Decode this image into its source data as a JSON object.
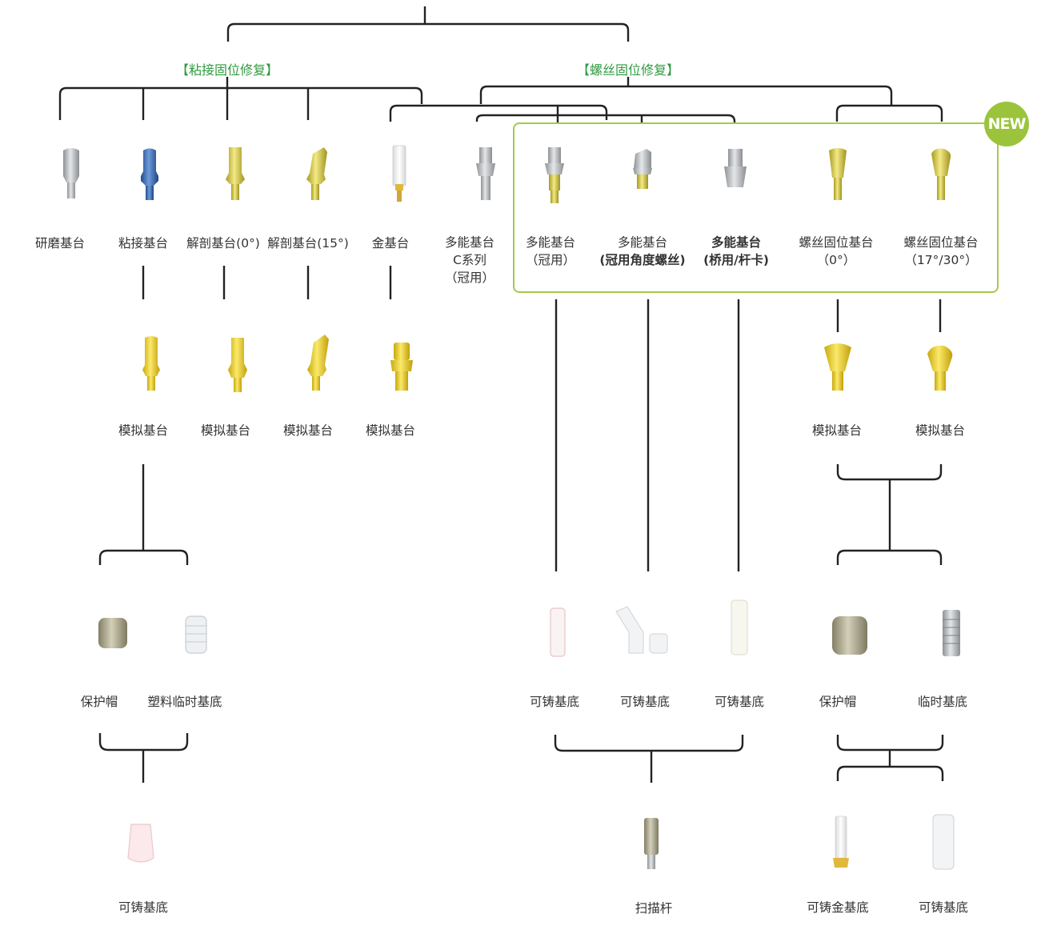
{
  "categories": {
    "cement": "【粘接固位修复】",
    "screw": "【螺丝固位修复】"
  },
  "new_badge": "NEW",
  "abutments": [
    {
      "id": "grind",
      "lines": [
        "研磨基台"
      ]
    },
    {
      "id": "cement",
      "lines": [
        "粘接基台"
      ]
    },
    {
      "id": "anat0",
      "lines": [
        "解剖基台(0°)"
      ]
    },
    {
      "id": "anat15",
      "lines": [
        "解剖基台(15°)"
      ]
    },
    {
      "id": "gold",
      "lines": [
        "金基台"
      ]
    },
    {
      "id": "multiC",
      "lines": [
        "多能基台",
        "C系列",
        "（冠用）"
      ]
    },
    {
      "id": "multiCrown",
      "lines": [
        "多能基台",
        "（冠用）"
      ]
    },
    {
      "id": "multiAngle",
      "lines": [
        "多能基台",
        "(冠用角度螺丝)"
      ]
    },
    {
      "id": "multiBridge",
      "lines": [
        "多能基台",
        "(桥用/杆卡)"
      ]
    },
    {
      "id": "screw0",
      "lines": [
        "螺丝固位基台",
        "（0°）"
      ]
    },
    {
      "id": "screw17",
      "lines": [
        "螺丝固位基台",
        "（17°/30°）"
      ]
    }
  ],
  "analogs": {
    "label": "模拟基台"
  },
  "second_level": {
    "protect_cap": "保护帽",
    "plastic_temp": "塑料临时基底",
    "castable": "可铸基底",
    "temp_base": "临时基底",
    "scan_body": "扫描杆",
    "cast_gold": "可铸金基底"
  },
  "colors": {
    "line": "#222222",
    "category": "#2f9a3f",
    "new_border": "#a6c94a",
    "new_badge": "#9bc43c",
    "titanium": "#b5b8bb",
    "blue": "#3f6fb6",
    "gold": "#e0cf3a",
    "analog_yellow": "#f2d22a",
    "cap": "#aba58f",
    "pink": "#f6dde0"
  }
}
